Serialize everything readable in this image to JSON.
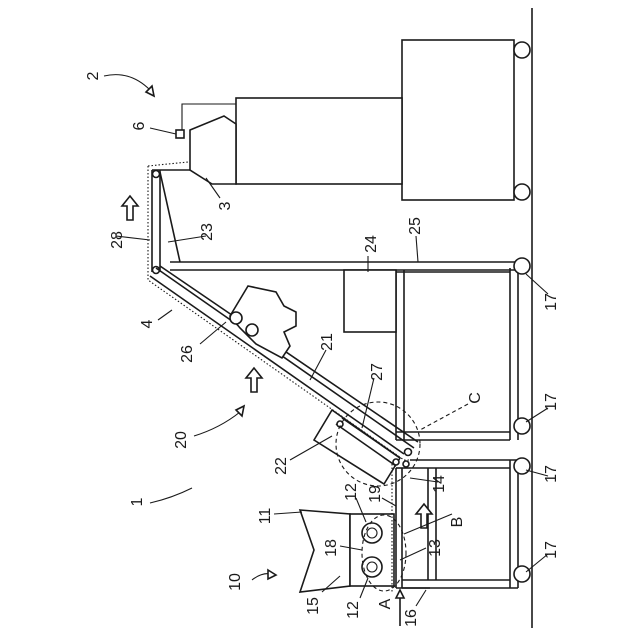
{
  "labels": {
    "l1": "1",
    "l2": "2",
    "l3": "3",
    "l4": "4",
    "l6": "6",
    "l10": "10",
    "l11": "11",
    "l12a": "12",
    "l12b": "12",
    "l13": "13",
    "l14": "14",
    "l15": "15",
    "l16": "16",
    "l17a": "17",
    "l17b": "17",
    "l17c": "17",
    "l17d": "17",
    "l18": "18",
    "l19": "19",
    "l20": "20",
    "l21": "21",
    "l22": "22",
    "l23": "23",
    "l24": "24",
    "l25": "25",
    "l26": "26",
    "l27": "27",
    "l28": "28",
    "lA": "A",
    "lB": "B",
    "lC": "C"
  }
}
